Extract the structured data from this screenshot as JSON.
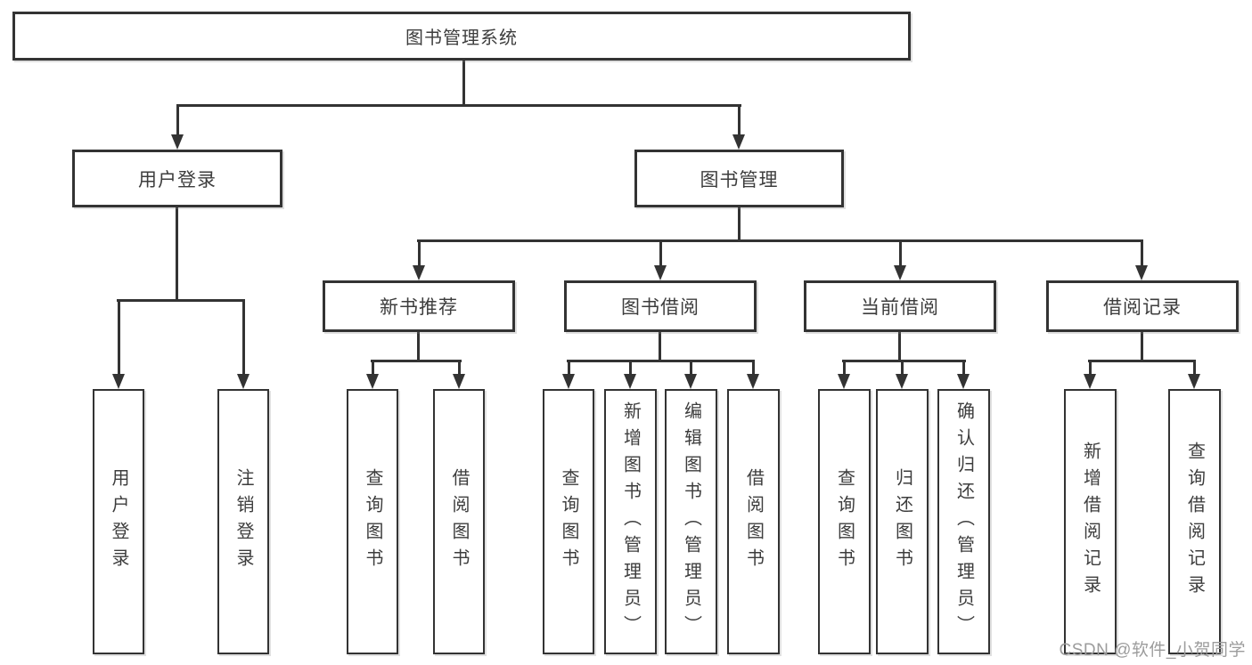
{
  "diagram": {
    "title": "图书管理系统",
    "colors": {
      "line": "#333333",
      "text": "#3d3d3d",
      "box_fill": "#ffffff",
      "background": "#ffffff",
      "watermark": "#9c9c9c"
    },
    "root": {
      "label": "图书管理系统"
    },
    "level2": [
      {
        "label": "用户登录",
        "parent": "图书管理系统"
      },
      {
        "label": "图书管理",
        "parent": "图书管理系统"
      }
    ],
    "level3": [
      {
        "label": "新书推荐",
        "parent": "图书管理"
      },
      {
        "label": "图书借阅",
        "parent": "图书管理"
      },
      {
        "label": "当前借阅",
        "parent": "图书管理"
      },
      {
        "label": "借阅记录",
        "parent": "图书管理"
      }
    ],
    "leaves": [
      {
        "label": "用户登录",
        "parent": "用户登录"
      },
      {
        "label": "注销登录",
        "parent": "用户登录"
      },
      {
        "label": "查询图书",
        "parent": "新书推荐"
      },
      {
        "label": "借阅图书",
        "parent": "新书推荐"
      },
      {
        "label": "查询图书",
        "parent": "图书借阅"
      },
      {
        "label": "新增图书（管理员）",
        "parent": "图书借阅"
      },
      {
        "label": "编辑图书（管理员）",
        "parent": "图书借阅"
      },
      {
        "label": "借阅图书",
        "parent": "图书借阅"
      },
      {
        "label": "查询图书",
        "parent": "当前借阅"
      },
      {
        "label": "归还图书",
        "parent": "当前借阅"
      },
      {
        "label": "确认归还（管理员）",
        "parent": "当前借阅"
      },
      {
        "label": "新增借阅记录",
        "parent": "借阅记录"
      },
      {
        "label": "查询借阅记录",
        "parent": "借阅记录"
      }
    ],
    "watermark": "CSDN @软件_小贺同学"
  }
}
